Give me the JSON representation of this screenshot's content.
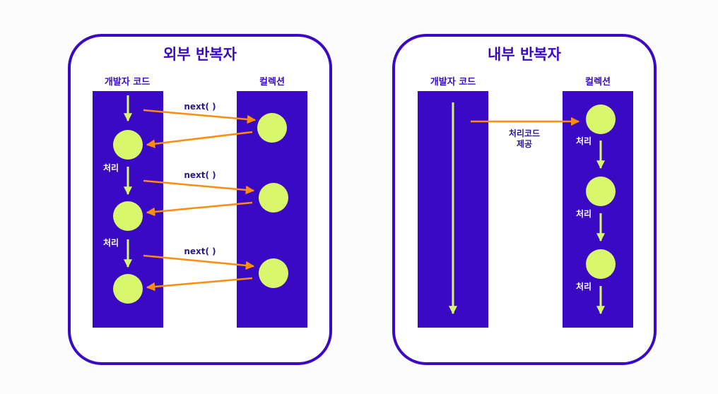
{
  "colors": {
    "frame": "#3a09c4",
    "lane": "#3a09c4",
    "node": "#d9f76c",
    "call_arrow": "#ff8c0a",
    "background": "#fcfcfc"
  },
  "external": {
    "title": "외부 반복자",
    "dev_header": "개발자 코드",
    "collection_header": "컬렉션",
    "call_label": "next( )",
    "process_label": "처리"
  },
  "internal": {
    "title": "내부 반복자",
    "dev_header": "개발자 코드",
    "collection_header": "컬렉션",
    "provide_label_line1": "처리코드",
    "provide_label_line2": "제공",
    "process_label": "처리"
  }
}
